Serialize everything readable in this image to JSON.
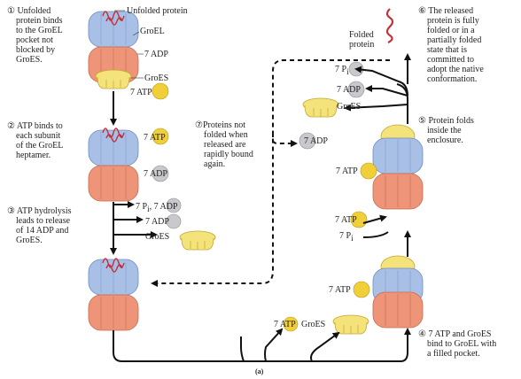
{
  "steps": {
    "s1": "① Unfolded\n    protein binds\n    to the GroEL\n    pocket not\n    blocked by\n    GroES.",
    "s2": "② ATP binds to\n    each subunit\n    of the GroEL\n    heptamer.",
    "s3": "③ ATP hydrolysis\n    leads to release\n    of 14 ADP and\n    GroES.",
    "s4": "④ 7 ATP and GroES\n    bind to GroEL with\n    a filled pocket.",
    "s5": "⑤ Protein folds\n    inside the\n    enclosure.",
    "s6": "⑥ The released\n    protein is fully\n    folded or in a\n    partially folded\n    state that is\n    committed to\n    adopt the native\n    conformation.",
    "s7": "⑦Proteins not\n    folded when\n    released are\n    rapidly bound\n    again."
  },
  "labels": {
    "unfolded_protein": "Unfolded protein",
    "groel": "GroEL",
    "groes": "GroES",
    "folded_protein": "Folded\nprotein",
    "atp7": "7 ATP",
    "adp7": "7 ADP",
    "pi7_adp7": "7 P",
    "pi_sub": "i",
    "pi_tail": ", 7 ADP",
    "pi7": "7 P",
    "caption": "(a)"
  },
  "colors": {
    "groel_top": "#a9c0e6",
    "groel_bottom": "#ee9478",
    "groes": "#f4e27a",
    "atp_ball": "#f0cf38",
    "adp_ball": "#c9c9cd",
    "protein": "#c1313c",
    "arrow": "#111111"
  }
}
